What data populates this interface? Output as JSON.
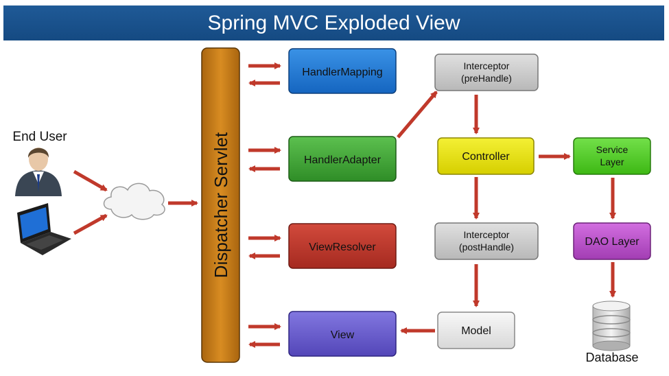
{
  "title": "Spring MVC Exploded View",
  "actors": {
    "end_user": "End User",
    "database": "Database"
  },
  "components": {
    "dispatcher_servlet": "Dispatcher Servlet",
    "handler_mapping": "HandlerMapping",
    "handler_adapter": "HandlerAdapter",
    "view_resolver": "ViewResolver",
    "view": "View",
    "interceptor_pre_line1": "Interceptor",
    "interceptor_pre_line2": "(preHandle)",
    "controller": "Controller",
    "interceptor_post_line1": "Interceptor",
    "interceptor_post_line2": "(postHandle)",
    "model": "Model",
    "service_layer_line1": "Service",
    "service_layer_line2": "Layer",
    "dao_layer": "DAO Layer"
  },
  "colors": {
    "title_bar": "#1a5490",
    "arrow": "#c0392b",
    "handler_mapping": "#1f78d1",
    "handler_adapter": "#3fa535",
    "view_resolver": "#c0392b",
    "view": "#6a5fcf",
    "interceptor": "#c8c8c8",
    "controller": "#e8e000",
    "service_layer": "#4fcc1f",
    "dao_layer": "#b84fc8",
    "model": "#e8e8e8",
    "dispatcher": "#c27a18"
  },
  "icons": {
    "user": "businessman-icon",
    "laptop": "laptop-icon",
    "cloud": "cloud-icon",
    "database": "database-cylinder-icon"
  }
}
